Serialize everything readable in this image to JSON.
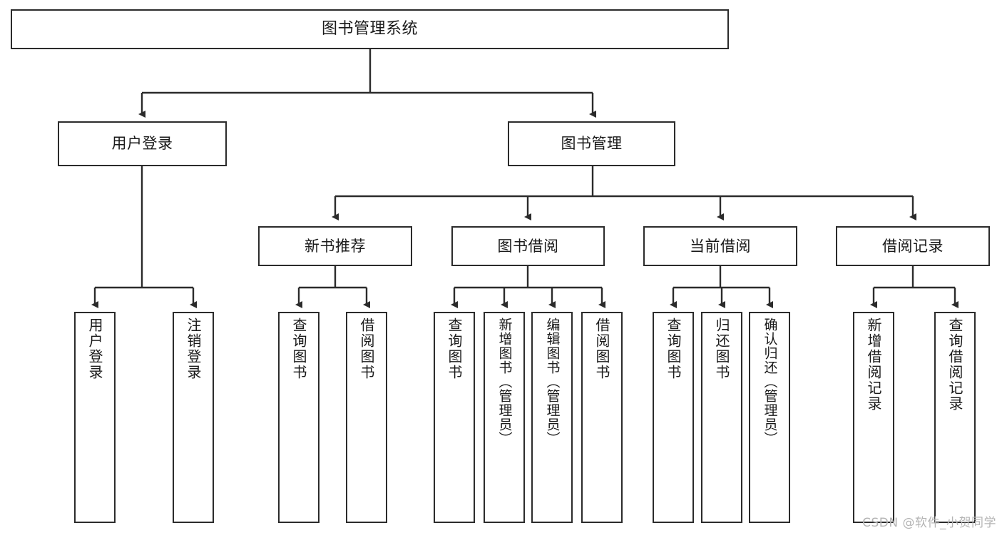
{
  "diagram": {
    "type": "tree",
    "title": "图书管理系统",
    "orientation": "top-down",
    "colors": {
      "node_border": "#2b2b2b",
      "node_fill": "#ffffff",
      "edge": "#2b2b2b",
      "text": "#1a1a1a",
      "watermark": "#b4b4b4"
    },
    "nodes": {
      "root": {
        "label": "图书管理系统"
      },
      "level2": [
        {
          "label": "用户登录"
        },
        {
          "label": "图书管理"
        }
      ],
      "level3": [
        {
          "label": "新书推荐"
        },
        {
          "label": "图书借阅"
        },
        {
          "label": "当前借阅"
        },
        {
          "label": "借阅记录"
        }
      ],
      "leaves": [
        {
          "label": "用户登录",
          "parent": "用户登录"
        },
        {
          "label": "注销登录",
          "parent": "用户登录"
        },
        {
          "label": "查询图书",
          "parent": "新书推荐"
        },
        {
          "label": "借阅图书",
          "parent": "新书推荐"
        },
        {
          "label": "查询图书",
          "parent": "图书借阅"
        },
        {
          "label": "新增图书（管理员）",
          "parent": "图书借阅"
        },
        {
          "label": "编辑图书（管理员）",
          "parent": "图书借阅"
        },
        {
          "label": "借阅图书",
          "parent": "图书借阅"
        },
        {
          "label": "查询图书",
          "parent": "当前借阅"
        },
        {
          "label": "归还图书",
          "parent": "当前借阅"
        },
        {
          "label": "确认归还（管理员）",
          "parent": "当前借阅"
        },
        {
          "label": "新增借阅记录",
          "parent": "借阅记录"
        },
        {
          "label": "查询借阅记录",
          "parent": "借阅记录"
        }
      ]
    }
  },
  "watermark": {
    "text": "CSDN @软件_小贺同学"
  }
}
